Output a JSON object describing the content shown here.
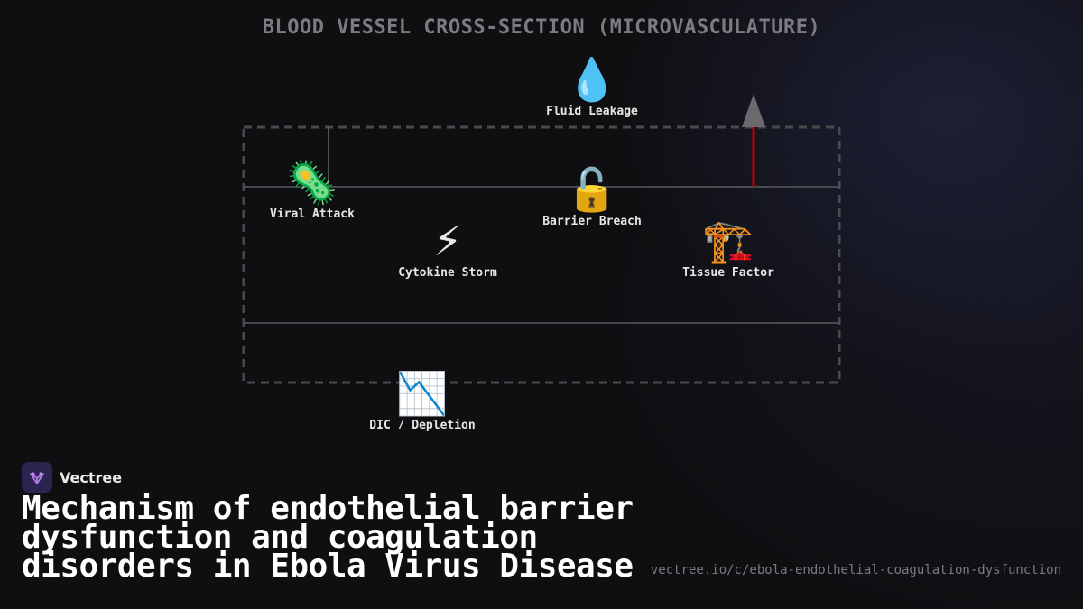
{
  "diagram": {
    "title": "BLOOD VESSEL CROSS-SECTION (MICROVASCULATURE)",
    "nodes": [
      {
        "id": "viral",
        "glyph": "🦠",
        "label": "Viral Attack"
      },
      {
        "id": "leak",
        "glyph": "💧",
        "label": "Fluid Leakage"
      },
      {
        "id": "breach",
        "glyph": "🔓",
        "label": "Barrier Breach"
      },
      {
        "id": "cytokine",
        "glyph": "⚡",
        "label": "Cytokine Storm"
      },
      {
        "id": "tissue",
        "glyph": "🏗️",
        "label": "Tissue Factor"
      },
      {
        "id": "dic",
        "glyph": "📉",
        "label": "DIC / Depletion"
      }
    ],
    "colors": {
      "vessel_border": "#4a4a4e",
      "wall_line": "#5a5a5e",
      "arrow_stem": "#c00000",
      "arrow_head": "#6a6a6e"
    }
  },
  "footer": {
    "brand": "Vectree",
    "headline": "Mechanism of endothelial barrier dysfunction and coagulation disorders in Ebola Virus Disease",
    "url": "vectree.io/c/ebola-endothelial-coagulation-dysfunction"
  }
}
